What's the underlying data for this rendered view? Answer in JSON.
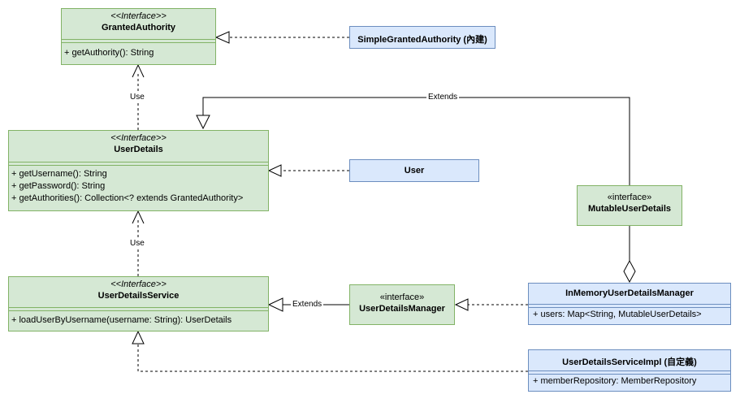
{
  "diagram": {
    "granted_authority": {
      "stereotype": "<<Interface>>",
      "name": "GrantedAuthority",
      "members": [
        "+ getAuthority(): String"
      ]
    },
    "simple_granted_authority": {
      "name": "SimpleGrantedAuthority (內建)"
    },
    "user_details": {
      "stereotype": "<<Interface>>",
      "name": "UserDetails",
      "members": [
        "+ getUsername(): String",
        "+ getPassword(): String",
        "+ getAuthorities(): Collection<? extends GrantedAuthority>"
      ]
    },
    "user": {
      "name": "User"
    },
    "mutable_user_details": {
      "stereotype": "«interface»",
      "name": "MutableUserDetails"
    },
    "user_details_service": {
      "stereotype": "<<Interface>>",
      "name": "UserDetailsService",
      "members": [
        "+ loadUserByUsername(username: String): UserDetails"
      ]
    },
    "user_details_manager": {
      "stereotype": "«interface»",
      "name": "UserDetailsManager"
    },
    "in_memory_manager": {
      "name": "InMemoryUserDetailsManager",
      "members": [
        "+ users: Map<String, MutableUserDetails>"
      ]
    },
    "service_impl": {
      "name": "UserDetailsServiceImpl (自定義)",
      "members": [
        "+ memberRepository: MemberRepository"
      ]
    },
    "edges": {
      "use_1": "Use",
      "use_2": "Use",
      "extends_top": "Extends",
      "extends_mid": "Extends"
    }
  }
}
